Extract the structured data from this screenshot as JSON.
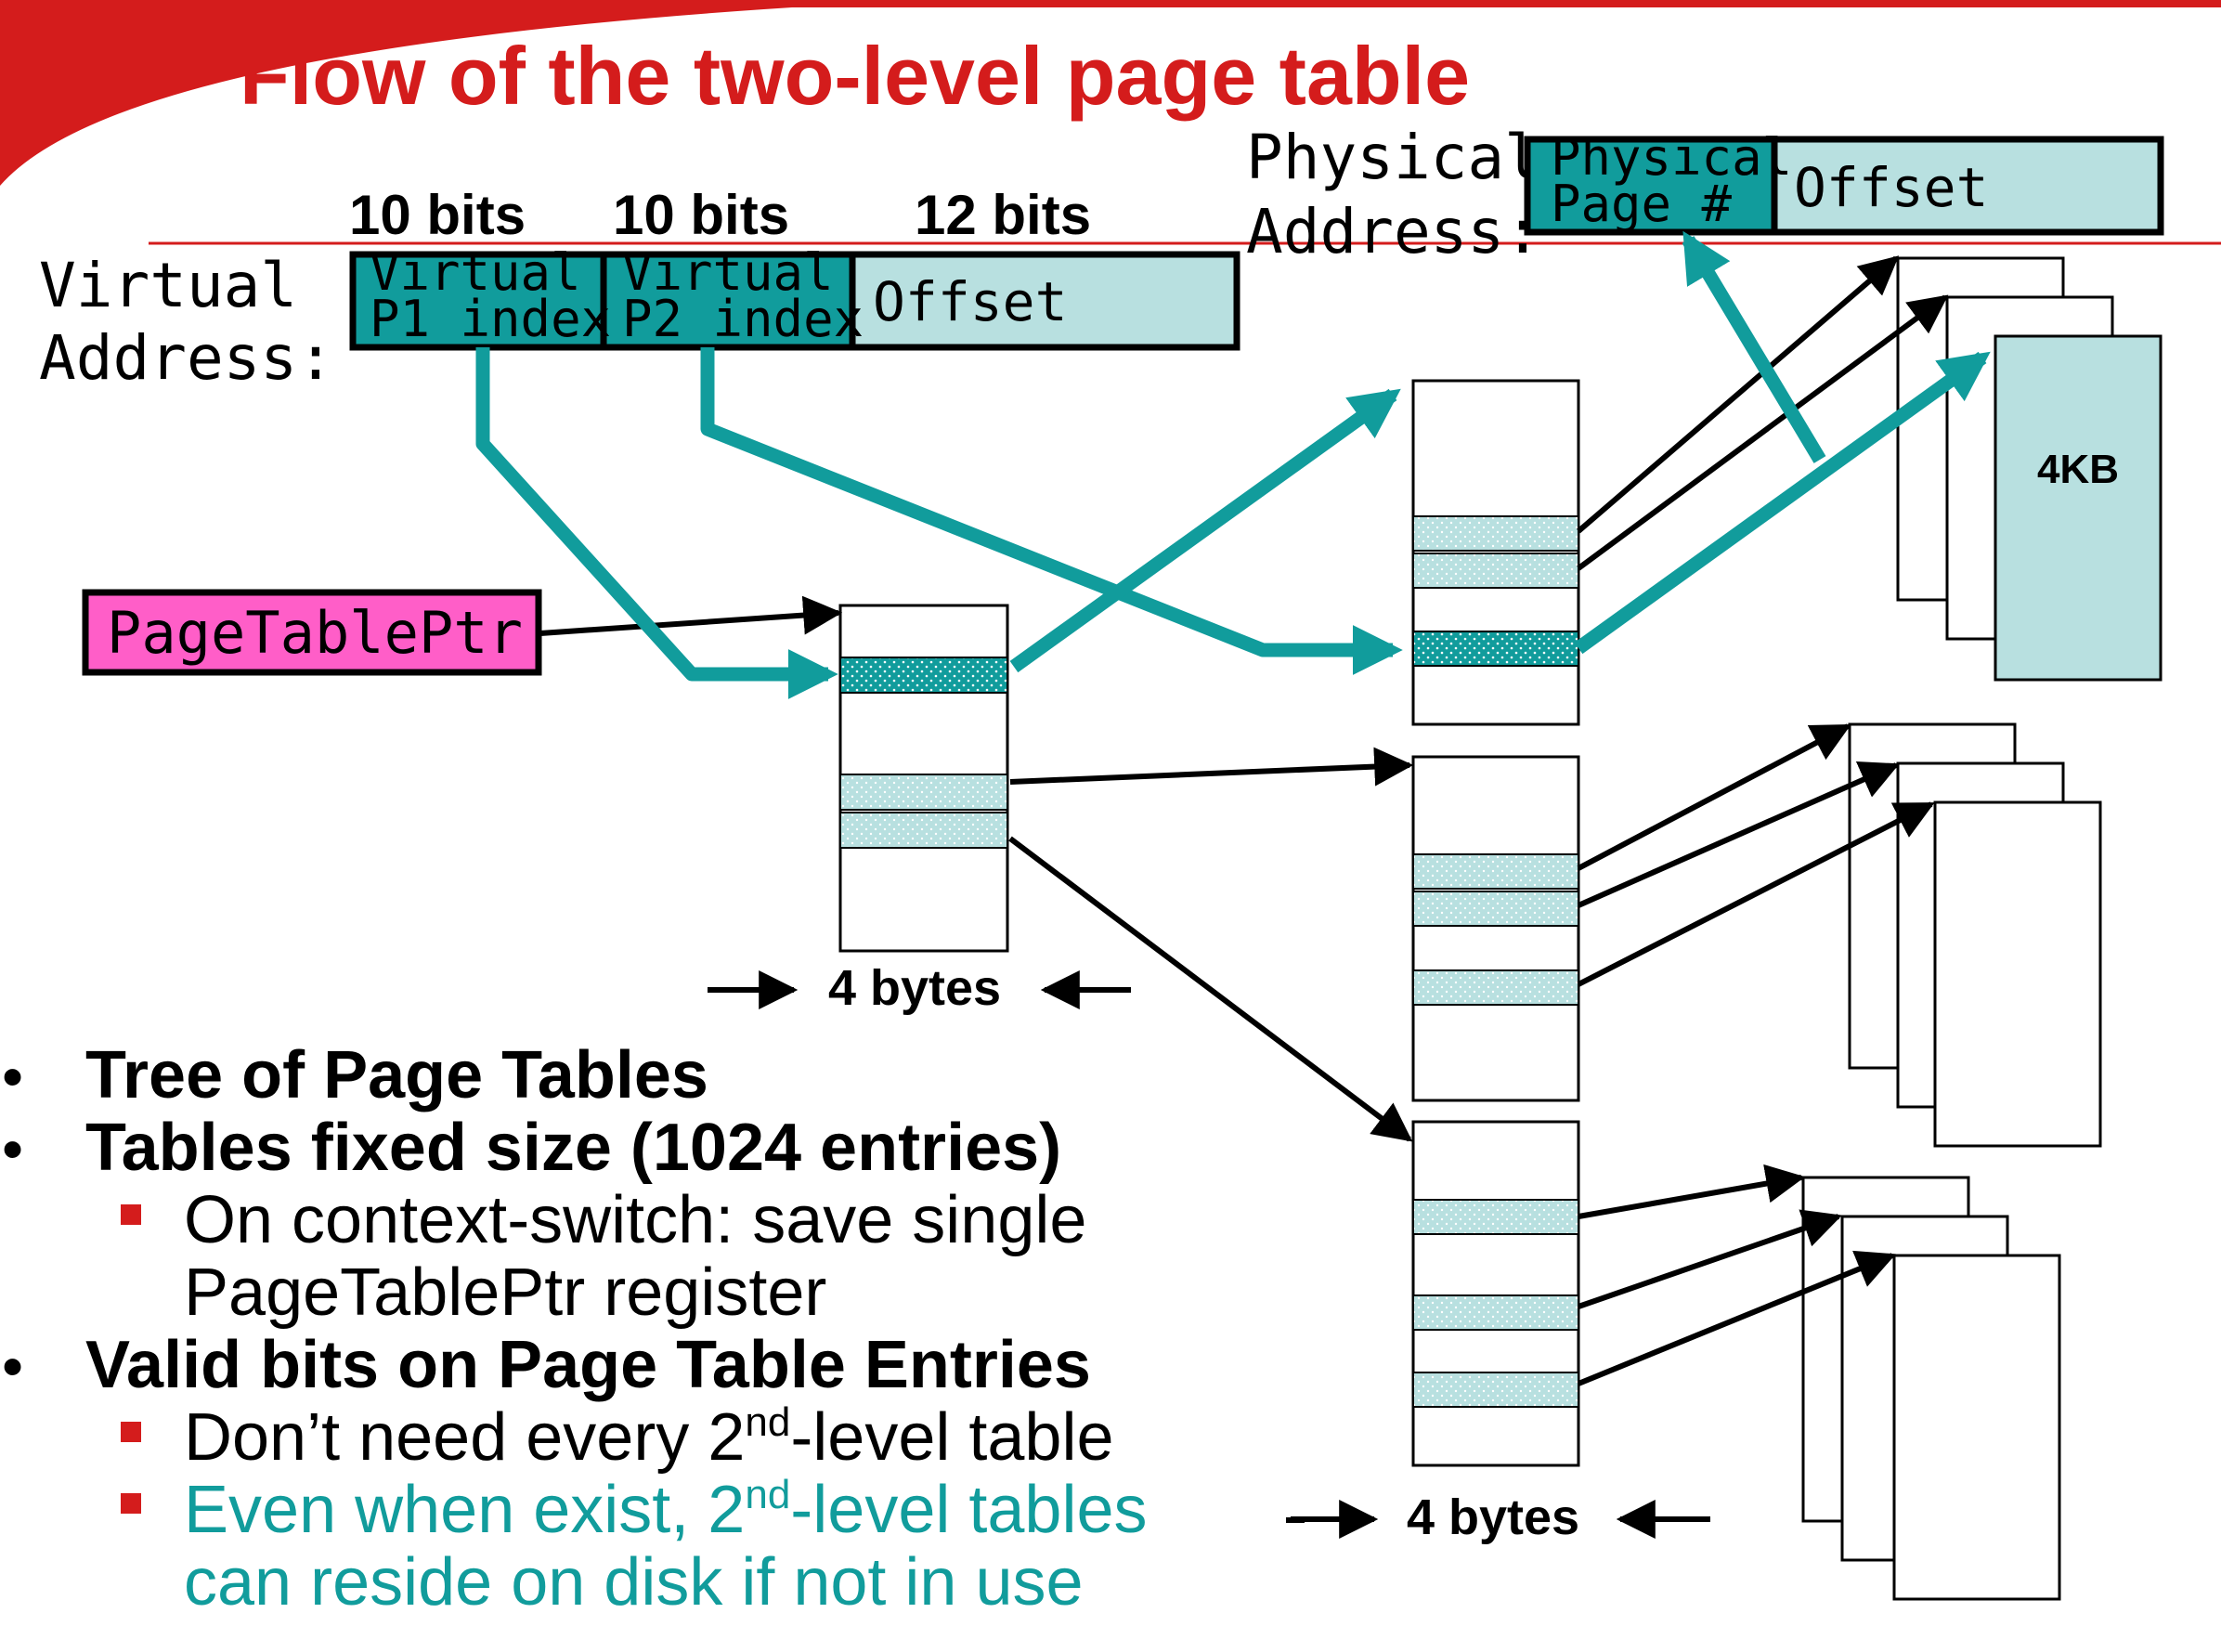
{
  "title": "Flow of the two-level page table",
  "colors": {
    "red": "#d41c1c",
    "teal": "#119c9c",
    "teal_dark": "#0e8c8c",
    "light_cyan": "#b8e0e0",
    "magenta": "#ff5ec8",
    "black": "#000000"
  },
  "virtual_address": {
    "label_line1": "Virtual",
    "label_line2": "Address:",
    "fields": [
      {
        "bits": "10 bits",
        "line1": "Virtual",
        "line2": "P1 index"
      },
      {
        "bits": "10 bits",
        "line1": "Virtual",
        "line2": "P2 index"
      },
      {
        "bits": "12 bits",
        "line1": "Offset",
        "line2": ""
      }
    ]
  },
  "physical_address": {
    "label_line1": "Physical",
    "label_line2": "Address:",
    "fields": [
      {
        "line1": "Physical",
        "line2": "Page #"
      },
      {
        "line1": "Offset",
        "line2": ""
      }
    ]
  },
  "page_table_ptr": "PageTablePtr",
  "size_labels": {
    "top": "4 bytes",
    "bottom": "4 bytes",
    "page": "4KB"
  },
  "bullets": [
    {
      "level": 1,
      "text": "Tree of Page Tables"
    },
    {
      "level": 1,
      "text": "Tables fixed size (1024 entries)"
    },
    {
      "level": 2,
      "line1": "On context-switch: save single",
      "line2": "PageTablePtr register"
    },
    {
      "level": 1,
      "text": "Valid bits on Page Table Entries"
    },
    {
      "level": 2,
      "pre": "Don’t need every 2",
      "sup": "nd",
      "post": "-level table"
    },
    {
      "level": 2,
      "pre": "Even when exist, 2",
      "sup": "nd",
      "post": "-level tables",
      "line2": "can reside on disk if not in use",
      "color": "teal"
    }
  ]
}
